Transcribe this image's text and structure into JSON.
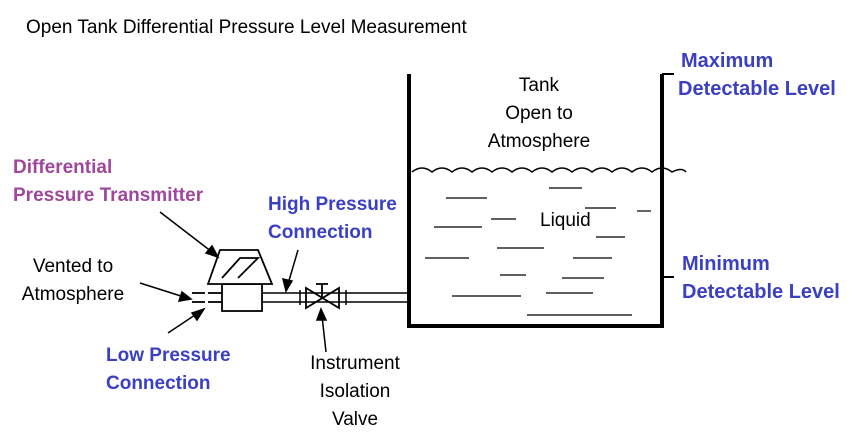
{
  "title": "Open Tank Differential Pressure Level Measurement",
  "tank_label": [
    "Tank",
    "Open to",
    "Atmosphere"
  ],
  "liquid_label": "Liquid",
  "max_level_label": [
    "Maximum",
    "Detectable Level"
  ],
  "min_level_label": [
    "Minimum",
    "Detectable Level"
  ],
  "transmitter_label": [
    "Differential",
    "Pressure Transmitter"
  ],
  "high_pressure_label": [
    "High Pressure",
    "Connection"
  ],
  "low_pressure_label": [
    "Low Pressure",
    "Connection"
  ],
  "vented_label": [
    "Vented to",
    "Atmosphere"
  ],
  "valve_label": [
    "Instrument",
    "Isolation",
    "Valve"
  ],
  "colors": {
    "callout_blue": "#3b3fc4",
    "callout_purple": "#a0479c",
    "line": "#000000"
  }
}
